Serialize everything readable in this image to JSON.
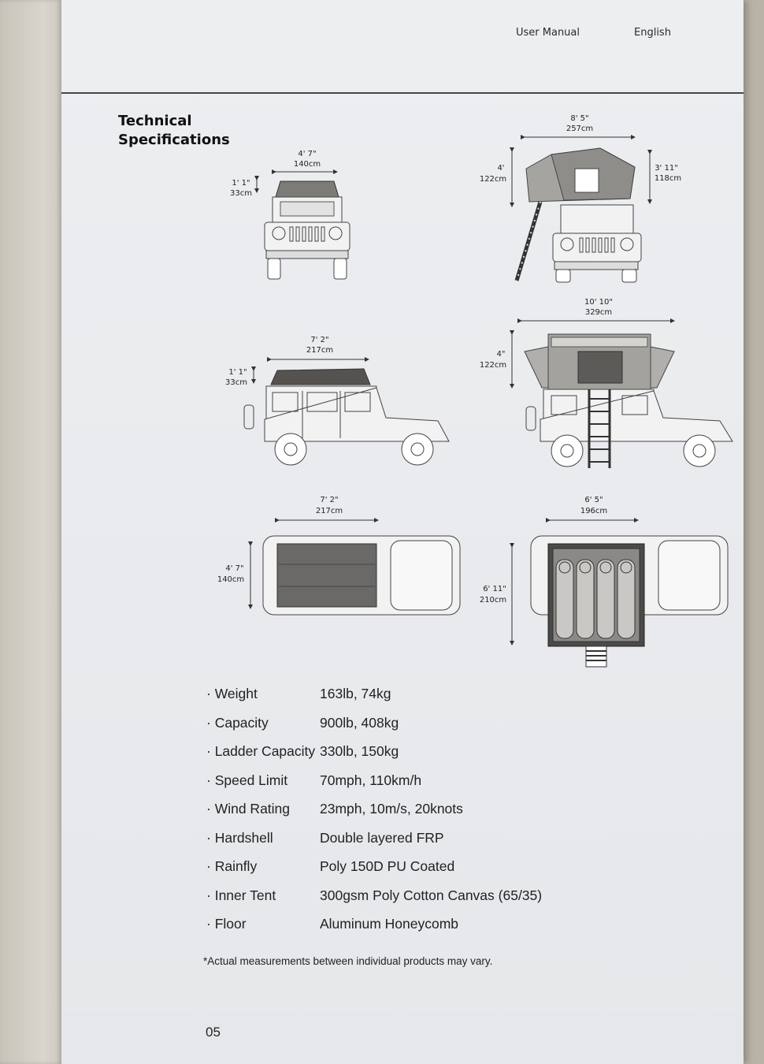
{
  "header": {
    "manual_label": "User Manual",
    "language_label": "English"
  },
  "title": {
    "line1": "Technical",
    "line2": "Specifications"
  },
  "diagrams": {
    "front_closed": {
      "width_ft": "4' 7\"",
      "width_cm": "140cm",
      "height_ft": "1' 1\"",
      "height_cm": "33cm"
    },
    "front_open": {
      "width_ft": "8' 5\"",
      "width_cm": "257cm",
      "height_ft": "4'",
      "height_cm": "122cm",
      "side_ft": "3' 11\"",
      "side_cm": "118cm"
    },
    "side_closed": {
      "length_ft": "7' 2\"",
      "length_cm": "217cm",
      "height_ft": "1' 1\"",
      "height_cm": "33cm"
    },
    "side_open": {
      "length_ft": "10' 10\"",
      "length_cm": "329cm",
      "height_ft": "4\"",
      "height_cm": "122cm"
    },
    "top_closed": {
      "length_ft": "7' 2\"",
      "length_cm": "217cm",
      "width_ft": "4' 7\"",
      "width_cm": "140cm"
    },
    "top_open": {
      "length_ft": "6' 5\"",
      "length_cm": "196cm",
      "width_ft": "6' 11\"",
      "width_cm": "210cm"
    }
  },
  "specs": [
    {
      "label": "Weight",
      "value": "163lb, 74kg"
    },
    {
      "label": "Capacity",
      "value": "900lb, 408kg"
    },
    {
      "label": "Ladder Capacity",
      "value": "330lb, 150kg"
    },
    {
      "label": "Speed Limit",
      "value": "70mph, 110km/h"
    },
    {
      "label": "Wind Rating",
      "value": "23mph, 10m/s, 20knots"
    },
    {
      "label": "Hardshell",
      "value": "Double layered FRP"
    },
    {
      "label": "Rainfly",
      "value": "Poly 150D PU Coated"
    },
    {
      "label": "Inner Tent",
      "value": "300gsm Poly Cotton Canvas (65/35)"
    },
    {
      "label": "Floor",
      "value": "Aluminum Honeycomb"
    }
  ],
  "note": "*Actual measurements between individual products may vary.",
  "page_number": "05"
}
